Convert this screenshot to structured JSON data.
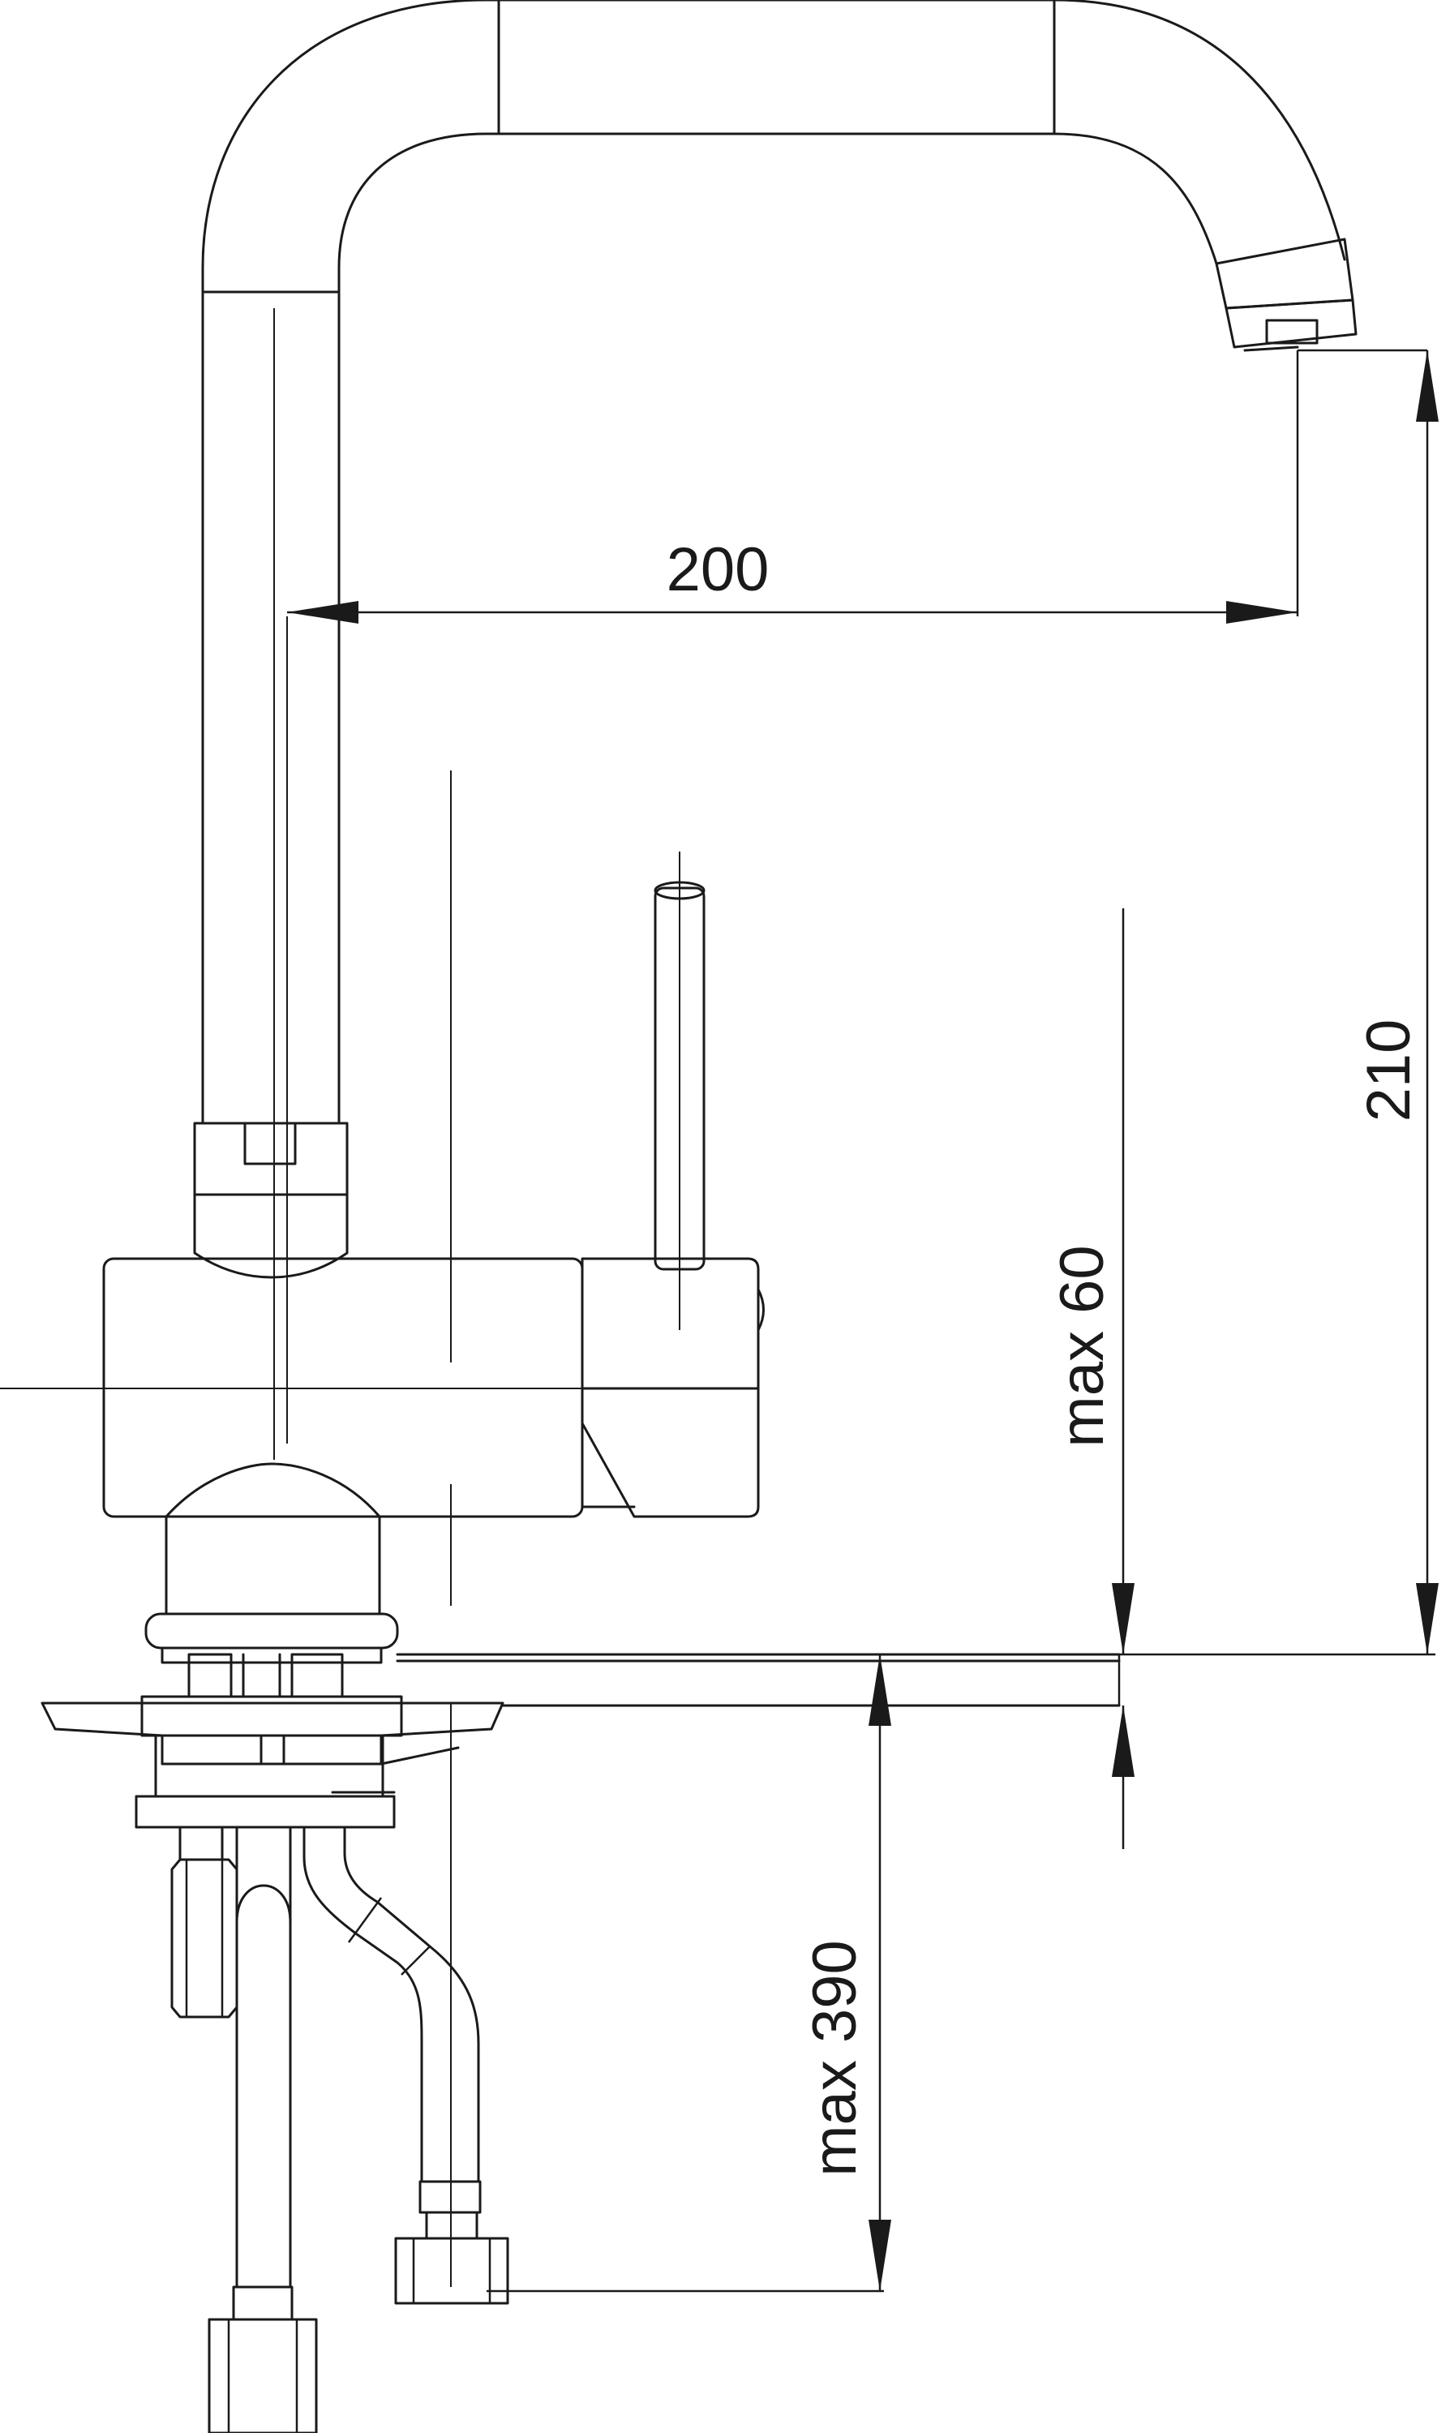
{
  "dimensions": {
    "spout_reach": "200",
    "spout_height": "210",
    "deck_thickness": "max 60",
    "hose_length": "max 390"
  }
}
